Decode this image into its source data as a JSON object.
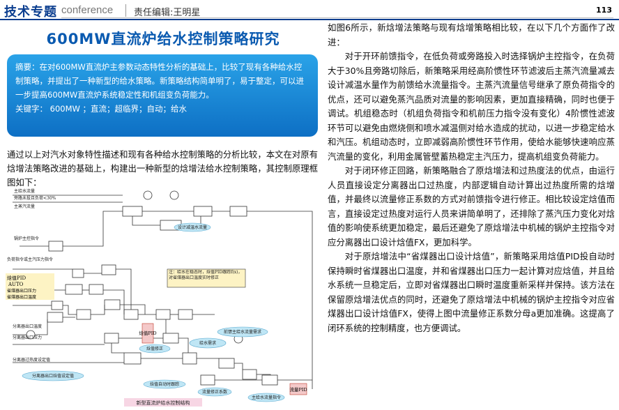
{
  "header": {
    "logo": "技术专题",
    "conference": "conference",
    "editor": "责任编辑:王明星",
    "page_number": "113"
  },
  "title": "600MW直流炉给水控制策略研究",
  "abstract": {
    "text": "摘要：在对600MW直流炉主参数动态特性分析的基础上，比较了现有各种给水控制策略，并提出了一种新型的给水策略。新策略结构简单明了，易于整定，可以进一步提高600MW直流炉系统稳定性和机组变负荷能力。",
    "keywords": "关键字：  600MW ；直流；超临界；自动；给水"
  },
  "intro": "通过以上对汽水对象特性描述和现有各种给水控制策略的分析比较，本文在对原有焓增法策略改进的基础上，构建出一种新型的焓增法给水控制策略，其控制原理框图如下：",
  "diagram": {
    "labels": {
      "l1": "主给水流量",
      "l2": "旁路未投且负荷<30%",
      "l3": "主蒸汽流量",
      "l4": "锅炉主控指令",
      "l5": "负荷指令或主汽压力指令",
      "l6": "焓值PID",
      "l7": "AUTO",
      "l8": "省煤器出口压力",
      "l9": "省煤器出口温度",
      "l10": "分离器出口温度",
      "l11": "分离器出口压力",
      "l12": "分离器过热度设定值",
      "n1": "注：给水在稳态时，焓值PID跟踪f(x)，对省煤器出口温度实时修正",
      "e1": "设计减温水流量",
      "e2": "前馈主给水流量需求",
      "e3": "给水需求",
      "e4": "焓值修正",
      "e5": "分离器出口焓值设定值",
      "e6": "焓值自动时跟踪",
      "e7": "流量修正系数",
      "e8": "主给水流量指令",
      "r1": "焓值PID",
      "r2": "流量PID",
      "caption": "新型直流炉给水控制结构"
    }
  },
  "body": [
    "如图6所示，新焓增法策略与现有焓增策略相比较，在以下几个方面作了改进：",
    "对于开环前馈指令，在低负荷或旁路投入时选择锅炉主控指令，在负荷大于30%且旁路切除后，新策略采用经高阶惯性环节滤波后主蒸汽流量减去设计减温水量作为前馈给水流量指令。主蒸汽流量信号继承了原负荷指令的优点，还可以避免蒸汽品质对流量的影响因素，更加直接精确，同时也便于调试。机组稳态时（机组负荷指令和机前压力指令没有变化）4阶惯性滤波环节可以避免由燃烧侧和喷水减温侧对给水造成的扰动，以进一步稳定给水和汽压。机组动态时，立即减弱高阶惯性环节作用，使给水能够快速响应蒸汽流量的变化，利用金属管壁蓄热稳定主汽压力，提高机组变负荷能力。",
    "对于闭环修正回路，新策略融合了原焓增法和过热度法的优点，由运行人员直接设定分离器出口过热度，内部逻辑自动计算出过热度所需的焓增值，并最终以流量修正系数的方式对前馈指令进行修正。相比较设定焓值而言，直接设定过热度对运行人员来讲简单明了，还排除了蒸汽压力变化对焓值的影响使系统更加稳定，最后还避免了原焓增法中机械的锅炉主控指令对应分离器出口设计焓值FX，更加科学。",
    "对于原焓增法中“省煤器出口设计焓值”，新策略采用焓值PID投自动时保持瞬时省煤器出口温度，并和省煤器出口压力一起计算对应焓值，并且给水系统一旦稳定后，立即对省煤器出口瞬时温度重新采样并保持。该方法在保留原焓增法优点的同时，还避免了原焓增法中机械的锅炉主控指令对应省煤器出口设计焓值FX，使得上图中流量修正系数分母a更加准确。这提高了闭环系统的控制精度，也方便调试。"
  ],
  "colors": {
    "brand": "#0a3d8f",
    "title": "#0a5ab0",
    "abstract_bg": "#1e8ed8",
    "ellipse": "#bfe6f5",
    "pid_fill": "#f4c9c9",
    "caption_fill": "#f7d6e4"
  }
}
